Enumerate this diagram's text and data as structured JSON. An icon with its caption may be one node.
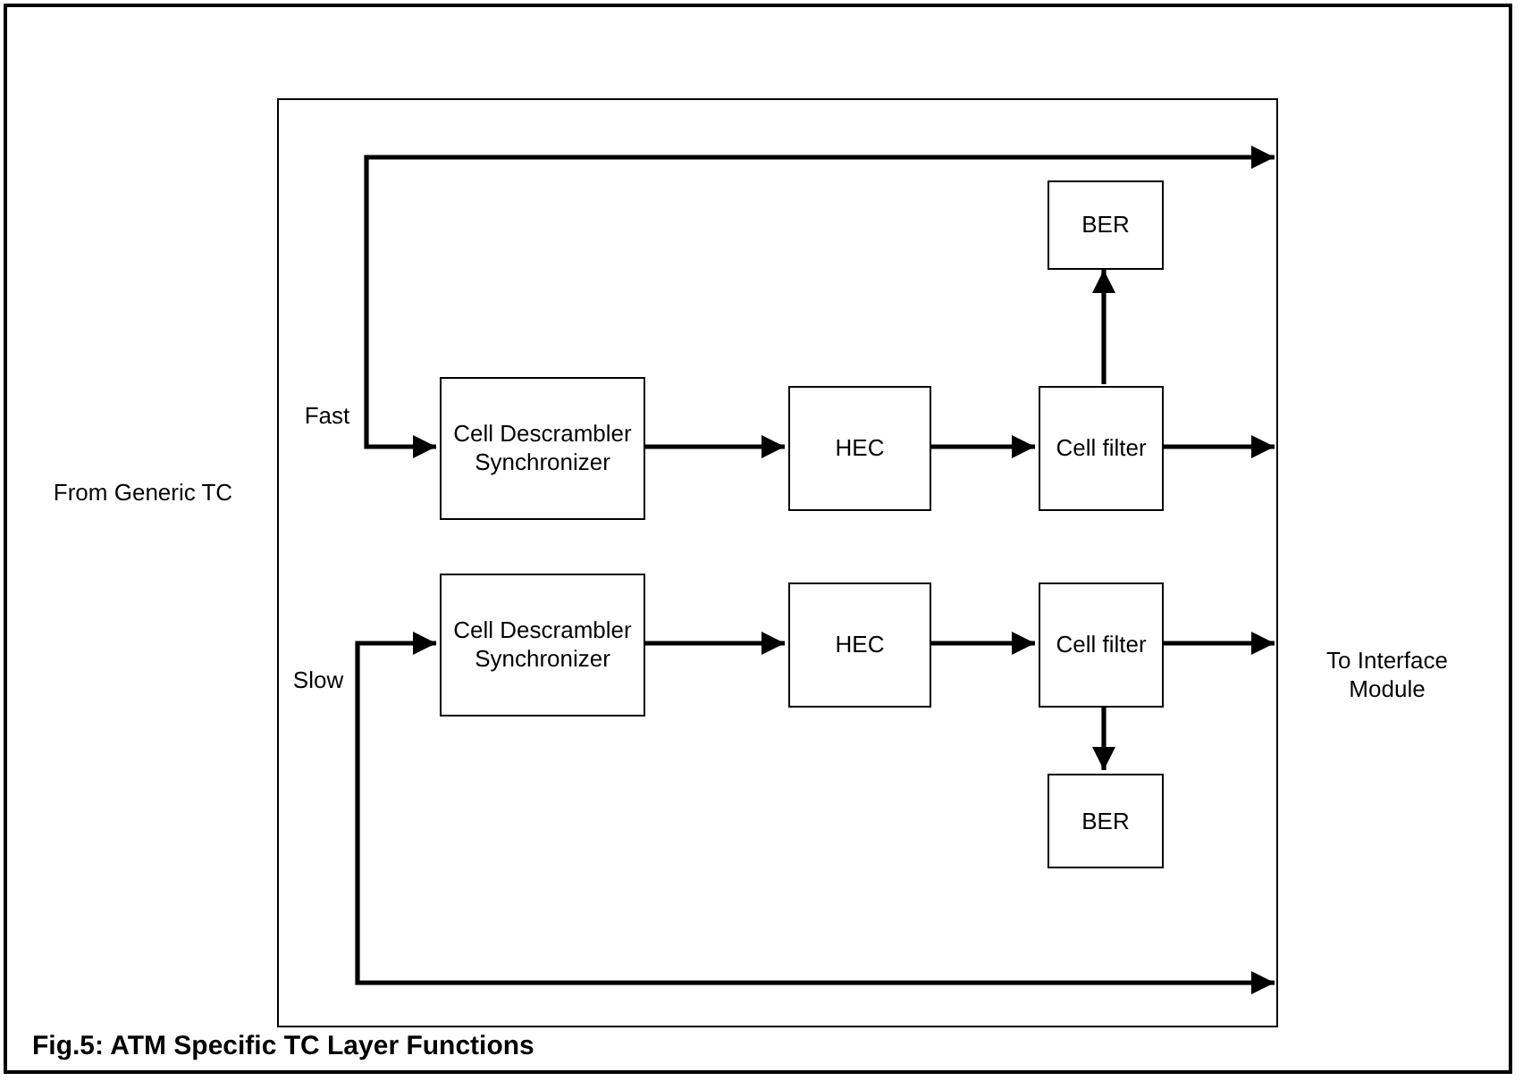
{
  "diagram": {
    "caption": "Fig.5: ATM Specific TC Layer Functions",
    "nodes": [
      {
        "text": [],
        "shape": "box"
      },
      {
        "text": [
          "BER"
        ],
        "in": 0
      },
      {
        "text": [
          "Fast"
        ],
        "in": 0
      },
      {
        "text": [
          "Cell Descrambler Synchronizer"
        ],
        "in": 0
      },
      {
        "text": [
          "HEC"
        ],
        "in": 0
      },
      {
        "text": [
          "Cell filter"
        ],
        "in": 0
      },
      {
        "text": [
          "Slow"
        ],
        "in": 0
      },
      {
        "text": [
          "Cell Descrambler Synchronizer"
        ],
        "in": 0
      },
      {
        "text": [
          "HEC"
        ],
        "in": 0
      },
      {
        "text": [
          "Cell filter"
        ],
        "in": 0
      },
      {
        "text": [
          "BER"
        ],
        "in": 0
      }
    ],
    "edges": [
      {
        "from": 2,
        "to": 0,
        "arrow": "to"
      },
      {
        "from": 2,
        "to": 3,
        "arrow": "to"
      },
      {
        "from": 3,
        "to": 4,
        "arrow": "to"
      },
      {
        "from": 4,
        "to": 5,
        "arrow": "to"
      },
      {
        "from": 5,
        "to": 1,
        "arrow": "to"
      },
      {
        "from": 5,
        "to": 0,
        "arrow": "to"
      },
      {
        "from": 6,
        "to": 7,
        "arrow": "to"
      },
      {
        "from": 6,
        "to": 0,
        "arrow": "to"
      },
      {
        "from": 7,
        "to": 8,
        "arrow": "to"
      },
      {
        "from": 8,
        "to": 9,
        "arrow": "to"
      },
      {
        "from": 9,
        "to": 10,
        "arrow": "to"
      },
      {
        "from": 9,
        "to": 0,
        "arrow": "to"
      }
    ],
    "labels": [
      "From Generic TC",
      "To Interface Module"
    ]
  }
}
